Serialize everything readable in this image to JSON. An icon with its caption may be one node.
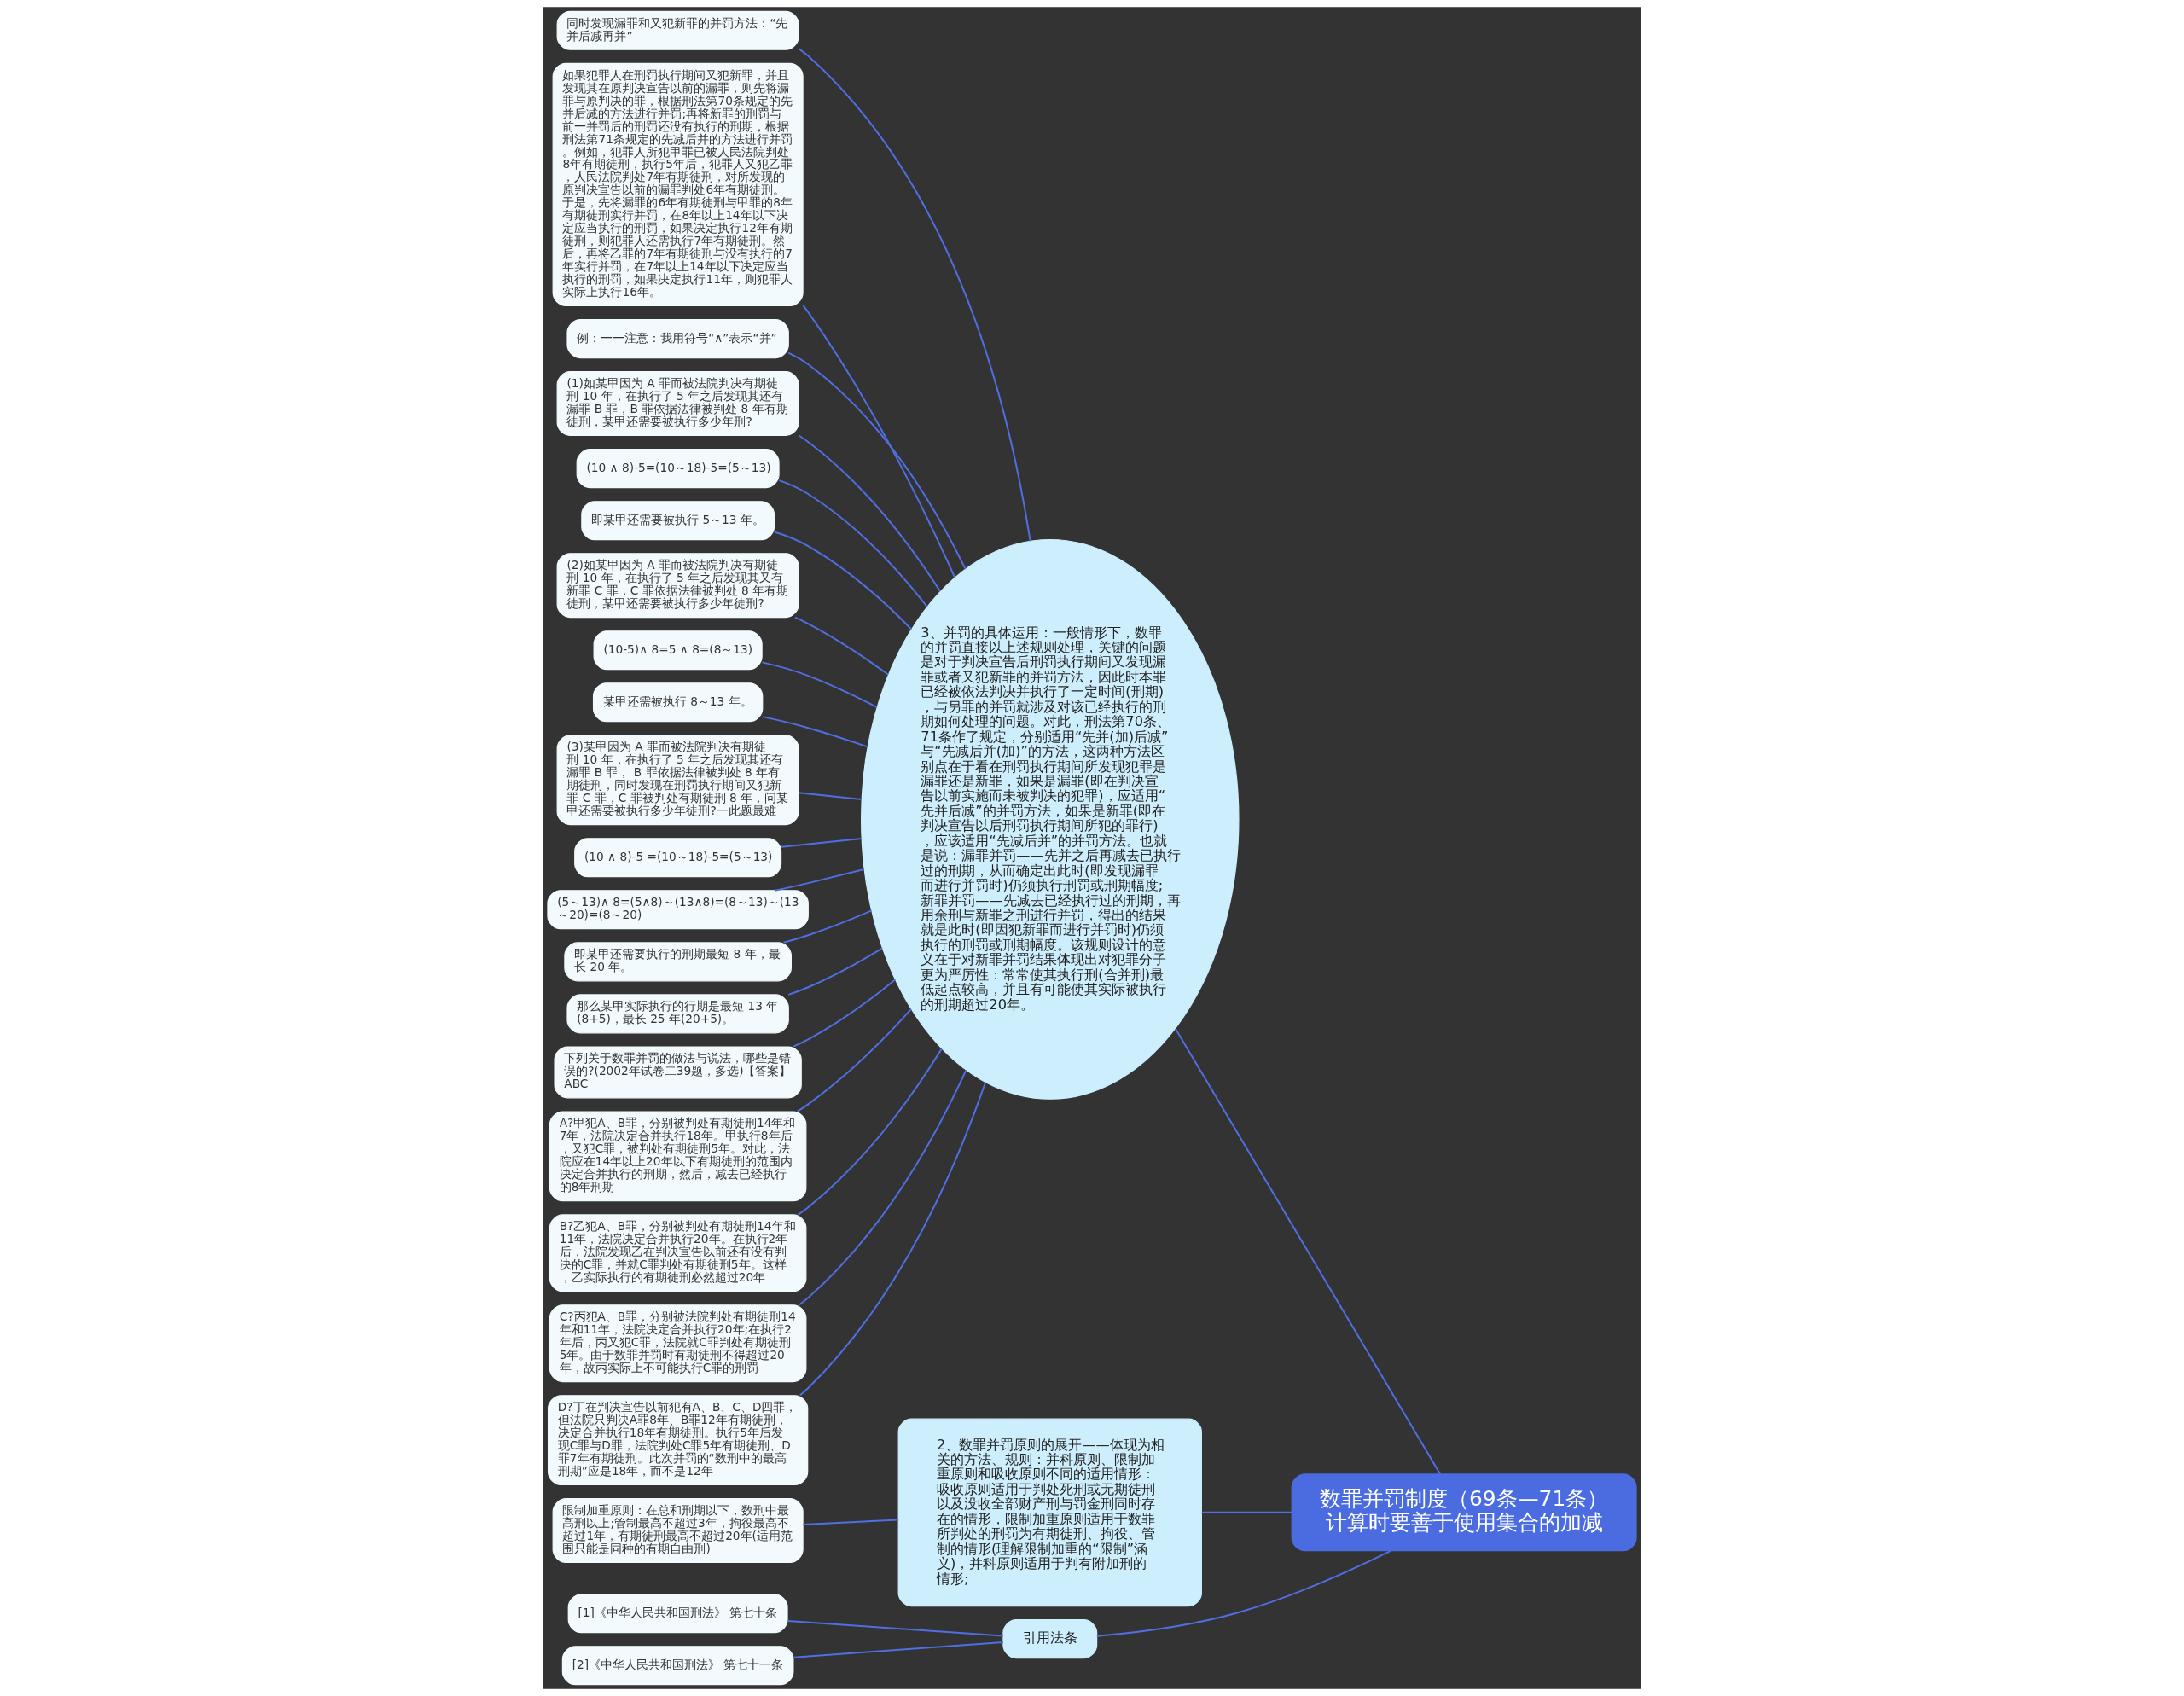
{
  "diagram": {
    "nodes": [
      {
        "text": [
          "数罪并罚制度（69条—71条）计算时要善于使用集合的加减"
        ]
      },
      {
        "text": [
          "3、并罚的具体运用：一般情形下，数罪的并罚直接以上述规则处理，关键的问题是对于判决宣告后刑罚执行期间又发现漏罪或者又犯新罪的并罚方法，因此时本罪已经被依法判决并执行了一定时间(刑期)，与另罪的并罚就涉及对该已经执行的刑期如何处理的问题。对此，刑法第70条、71条作了规定，分别适用“先并(加)后减”与“先减后并(加)”的方法，这两种方法区别点在于看在刑罚执行期间所发现犯罪是漏罪还是新罪，如果是漏罪(即在判决宣告以前实施而未被判决的犯罪)，应适用“先并后减”的并罚方法，如果是新罪(即在判决宣告以后刑罚执行期间所犯的罪行)，应该适用“先减后并”的并罚方法。也就是说：漏罪并罚——先并之后再减去已执行过的刑期，从而确定出此时(即发现漏罪而进行并罚时)仍须执行刑罚或刑期幅度;新罪并罚——先减去已经执行过的刑期，再用余刑与新罪之刑进行并罚，得出的结果就是此时(即因犯新罪而进行并罚时)仍须执行的刑罚或刑期幅度。该规则设计的意义在于对新罪并罚结果体现出对犯罪分子更为严厉性：常常使其执行刑(合并刑)最低起点较高，并且有可能使其实际被执行的刑期超过20年。"
        ]
      },
      {
        "text": [
          "同时发现漏罪和又犯新罪的并罚方法：“先并后减再并”"
        ]
      },
      {
        "text": [
          "如果犯罪人在刑罚执行期间又犯新罪，并且发现其在原判决宣告以前的漏罪，则先将漏罪与原判决的罪，根据刑法第70条规定的先并后减的方法进行并罚;再将新罪的刑罚与前一并罚后的刑罚还没有执行的刑期，根据刑法第71条规定的先减后并的方法进行并罚。例如，犯罪人所犯甲罪已被人民法院判处8年有期徒刑，执行5年后，犯罪人又犯乙罪，人民法院判处7年有期徒刑，对所发现的原判决宣告以前的漏罪判处6年有期徒刑。于是，先将漏罪的6年有期徒刑与甲罪的8年有期徒刑实行并罚，在8年以上14年以下决定应当执行的刑罚，如果决定执行12年有期徒刑，则犯罪人还需执行7年有期徒刑。然后，再将乙罪的7年有期徒刑与没有执行的7年实行并罚，在7年以上14年以下决定应当执行的刑罚，如果决定执行11年，则犯罪人实际上执行16年。"
        ]
      },
      {
        "text": [
          "例：一一注意：我用符号“∧”表示“并”"
        ]
      },
      {
        "text": [
          "(1)如某甲因为 A 罪而被法院判决有期徒刑 10 年，在执行了 5 年之后发现其还有漏罪 B 罪，B 罪依据法律被判处 8 年有期徒刑，某甲还需要被执行多少年刑?"
        ]
      },
      {
        "text": [
          "(10 ∧ 8)-5=(10～18)-5=(5～13)"
        ]
      },
      {
        "text": [
          "即某甲还需要被执行 5～13 年。"
        ]
      },
      {
        "text": [
          "(2)如某甲因为 A 罪而被法院判决有期徒刑 10 年，在执行了 5 年之后发现其又有新罪 C 罪，C 罪依据法律被判处 8 年有期徒刑，某甲还需要被执行多少年徒刑?"
        ]
      },
      {
        "text": [
          "(10-5)∧ 8=5 ∧ 8=(8～13)"
        ]
      },
      {
        "text": [
          "某甲还需被执行 8～13 年。"
        ]
      },
      {
        "text": [
          "(3)某甲因为 A 罪而被法院判决有期徒刑 10 年，在执行了 5 年之后发现其还有漏罪 B 罪， B 罪依据法律被判处 8 年有期徒刑，同时发现在刑罚执行期间又犯新罪 C 罪，C 罪被判处有期徒刑 8 年，问某甲还需要被执行多少年徒刑?一此题最难"
        ]
      },
      {
        "text": [
          "(10 ∧ 8)-5 =(10～18)-5=(5～13)"
        ]
      },
      {
        "text": [
          "(5～13)∧ 8=(5∧8)～(13∧8)=(8～13)～(13～20)=(8～20)"
        ]
      },
      {
        "text": [
          "即某甲还需要执行的刑期最短 8 年，最长 20 年。"
        ]
      },
      {
        "text": [
          "那么某甲实际执行的行期是最短 13 年(8+5)，最长 25 年(20+5)。"
        ]
      },
      {
        "text": [
          "下列关于数罪并罚的做法与说法，哪些是错误的?(2002年试卷二39题，多选)【答案】ABC"
        ]
      },
      {
        "text": [
          "A?甲犯A、B罪，分别被判处有期徒刑14年和7年，法院决定合并执行18年。甲执行8年后，又犯C罪，被判处有期徒刑5年。对此，法院应在14年以上20年以下有期徒刑的范围内决定合并执行的刑期，然后，减去已经执行的8年刑期"
        ]
      },
      {
        "text": [
          "B?乙犯A、B罪，分别被判处有期徒刑14年和11年，法院决定合并执行20年。在执行2年后，法院发现乙在判决宣告以前还有没有判决的C罪，并就C罪判处有期徒刑5年。这样，乙实际执行的有期徒刑必然超过20年"
        ]
      },
      {
        "text": [
          "C?丙犯A、B罪，分别被法院判处有期徒刑14年和11年，法院决定合并执行20年;在执行2年后，丙又犯C罪，法院就C罪判处有期徒刑5年。由于数罪并罚时有期徒刑不得超过20年，故丙实际上不可能执行C罪的刑罚"
        ]
      },
      {
        "text": [
          "D?丁在判决宣告以前犯有A、B、C、D四罪，但法院只判决A罪8年、B罪12年有期徒刑，决定合并执行18年有期徒刑。执行5年后发现C罪与D罪，法院判处C罪5年有期徒刑、D罪7年有期徒刑。此次并罚的“数刑中的最高刑期”应是18年，而不是12年"
        ]
      },
      {
        "text": [
          "2、数罪并罚原则的展开——体现为相关的方法、规则：并科原则、限制加重原则和吸收原则不同的适用情形：吸收原则适用于判处死刑或无期徒刑以及没收全部财产刑与罚金刑同时存在的情形，限制加重原则适用于数罪所判处的刑罚为有期徒刑、拘役、管制的情形(理解限制加重的“限制”涵义)，并科原则适用于判有附加刑的情形;"
        ]
      },
      {
        "text": [
          "限制加重原则：在总和刑期以下，数刑中最高刑以上;管制最高不超过3年，拘役最高不超过1年，有期徒刑最高不超过20年(适用范围只能是同种的有期自由刑)"
        ]
      },
      {
        "text": [
          "引用法条"
        ]
      },
      {
        "text": [
          "[1]《中华人民共和国刑法》 第七十条"
        ]
      },
      {
        "text": [
          "[2]《中华人民共和国刑法》 第七十一条"
        ]
      }
    ],
    "edges": [
      {
        "from": 0,
        "to": 1,
        "arrow": "none"
      },
      {
        "from": 1,
        "to": 2,
        "arrow": "none"
      },
      {
        "from": 1,
        "to": 3,
        "arrow": "none"
      },
      {
        "from": 1,
        "to": 4,
        "arrow": "none"
      },
      {
        "from": 1,
        "to": 5,
        "arrow": "none"
      },
      {
        "from": 1,
        "to": 6,
        "arrow": "none"
      },
      {
        "from": 1,
        "to": 7,
        "arrow": "none"
      },
      {
        "from": 1,
        "to": 8,
        "arrow": "none"
      },
      {
        "from": 1,
        "to": 9,
        "arrow": "none"
      },
      {
        "from": 1,
        "to": 10,
        "arrow": "none"
      },
      {
        "from": 1,
        "to": 11,
        "arrow": "none"
      },
      {
        "from": 1,
        "to": 12,
        "arrow": "none"
      },
      {
        "from": 1,
        "to": 13,
        "arrow": "none"
      },
      {
        "from": 1,
        "to": 14,
        "arrow": "none"
      },
      {
        "from": 1,
        "to": 15,
        "arrow": "none"
      },
      {
        "from": 1,
        "to": 16,
        "arrow": "none"
      },
      {
        "from": 1,
        "to": 17,
        "arrow": "none"
      },
      {
        "from": 1,
        "to": 18,
        "arrow": "none"
      },
      {
        "from": 1,
        "to": 19,
        "arrow": "none"
      },
      {
        "from": 1,
        "to": 20,
        "arrow": "none"
      },
      {
        "from": 0,
        "to": 21,
        "arrow": "none"
      },
      {
        "from": 21,
        "to": 22,
        "arrow": "none"
      },
      {
        "from": 0,
        "to": 23,
        "arrow": "none"
      },
      {
        "from": 23,
        "to": 24,
        "arrow": "none"
      },
      {
        "from": 23,
        "to": 25,
        "arrow": "none"
      }
    ]
  }
}
